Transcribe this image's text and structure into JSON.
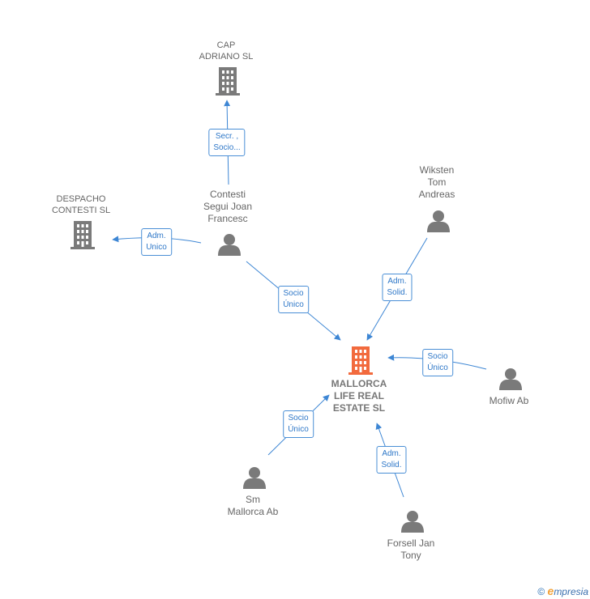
{
  "colors": {
    "edge": "#3d86d4",
    "icon_gray": "#7a7a7a",
    "icon_center": "#f26a3d"
  },
  "nodes": {
    "center": {
      "label": "MALLORCA\nLIFE REAL\nESTATE  SL",
      "icon": "building-icon"
    },
    "cap_adriano": {
      "label": "CAP\nADRIANO  SL",
      "icon": "building-icon"
    },
    "despacho": {
      "label": "DESPACHO\nCONTESTI SL",
      "icon": "building-icon"
    },
    "contesti": {
      "label": "Contesti\nSegui Joan\nFrancesc",
      "icon": "person-icon"
    },
    "wiksten": {
      "label": "Wiksten\nTom\nAndreas",
      "icon": "person-icon"
    },
    "mofiw": {
      "label": "Mofiw Ab",
      "icon": "person-icon"
    },
    "sm_mallorca": {
      "label": "Sm\nMallorca Ab",
      "icon": "person-icon"
    },
    "forsell": {
      "label": "Forsell Jan\nTony",
      "icon": "person-icon"
    }
  },
  "edges": {
    "contesti_cap": {
      "label": "Secr. ,\nSocio..."
    },
    "contesti_despacho": {
      "label": "Adm.\nUnico"
    },
    "contesti_center": {
      "label": "Socio\nÚnico"
    },
    "wiksten_center": {
      "label": "Adm.\nSolid."
    },
    "mofiw_center": {
      "label": "Socio\nÚnico"
    },
    "sm_center": {
      "label": "Socio\nÚnico"
    },
    "forsell_center": {
      "label": "Adm.\nSolid."
    }
  },
  "footer": {
    "copyright_symbol": "©",
    "brand_initial": "e",
    "brand_rest": "mpresia"
  }
}
